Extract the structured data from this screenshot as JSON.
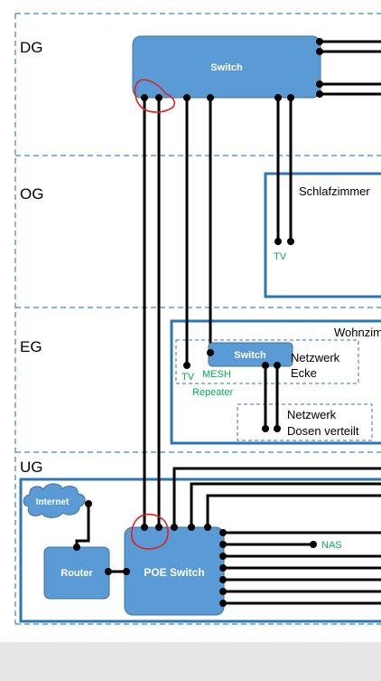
{
  "floors": {
    "dg": "DG",
    "og": "OG",
    "eg": "EG",
    "ug": "UG"
  },
  "rooms": {
    "schlafzimmer": "Schlafzimmer",
    "wohnzimmer": "Wohnzimmer"
  },
  "devices": {
    "dg_switch": "Switch",
    "eg_switch": "Switch",
    "poe_switch": "POE Switch",
    "router": "Router",
    "internet": "Internet"
  },
  "labels": {
    "tv_og": "TV",
    "tv_eg": "TV",
    "mesh_repeater_line1": "MESH",
    "mesh_repeater_line2": "Repeater",
    "netzwerk_ecke_line1": "Netzwerk",
    "netzwerk_ecke_line2": "Ecke",
    "netzwerk_dosen_line1": "Netzwerk",
    "netzwerk_dosen_line2": "Dosen verteilt",
    "nas": "NAS"
  },
  "colors": {
    "device_fill": "#5b9bd5",
    "device_stroke": "#41719c",
    "room_border": "#2e75b6",
    "floor_dash": "#5b9bd5",
    "wire": "#000000",
    "green_label": "#00b050",
    "annotation": "#e02020"
  }
}
